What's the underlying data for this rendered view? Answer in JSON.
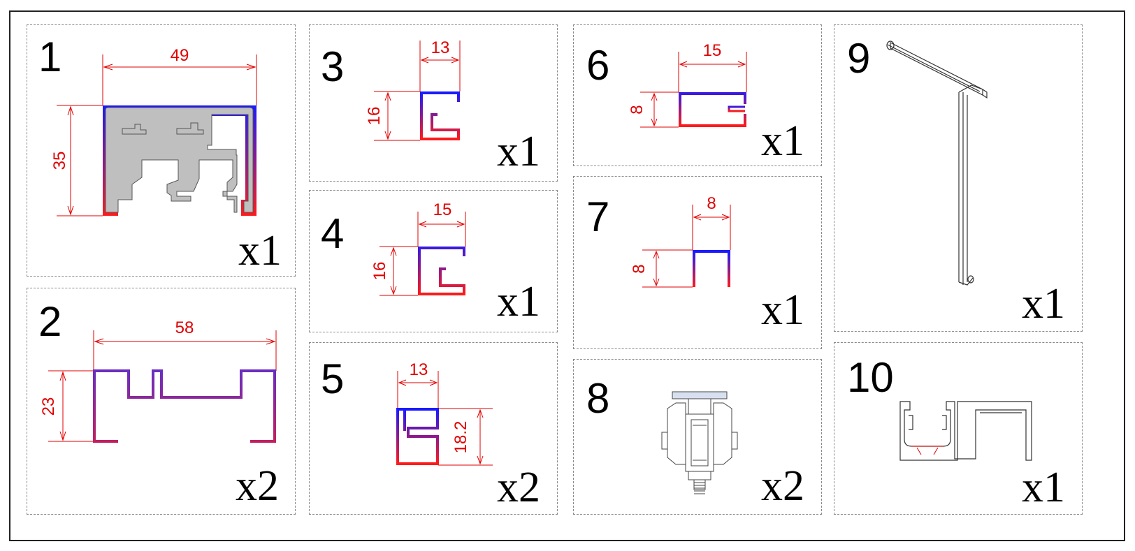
{
  "colors": {
    "dimension": "#e00000",
    "profile_top": "#1a1aff",
    "profile_bottom": "#ff1a1a",
    "alloy": "#bfbfbf",
    "outline": "#333333",
    "border": "#8a8a8a"
  },
  "parts": [
    {
      "id": "1",
      "number": "1",
      "quantity": "x1",
      "dimensions": [
        "49",
        "35"
      ]
    },
    {
      "id": "2",
      "number": "2",
      "quantity": "x2",
      "dimensions": [
        "58",
        "23"
      ]
    },
    {
      "id": "3",
      "number": "3",
      "quantity": "x1",
      "dimensions": [
        "13",
        "16"
      ]
    },
    {
      "id": "4",
      "number": "4",
      "quantity": "x1",
      "dimensions": [
        "15",
        "16"
      ]
    },
    {
      "id": "5",
      "number": "5",
      "quantity": "x2",
      "dimensions": [
        "13",
        "18.2"
      ]
    },
    {
      "id": "6",
      "number": "6",
      "quantity": "x1",
      "dimensions": [
        "15",
        "8"
      ]
    },
    {
      "id": "7",
      "number": "7",
      "quantity": "x1",
      "dimensions": [
        "8",
        "8"
      ]
    },
    {
      "id": "8",
      "number": "8",
      "quantity": "x2",
      "dimensions": []
    },
    {
      "id": "9",
      "number": "9",
      "quantity": "x1",
      "dimensions": []
    },
    {
      "id": "10",
      "number": "10",
      "quantity": "x1",
      "dimensions": []
    }
  ]
}
